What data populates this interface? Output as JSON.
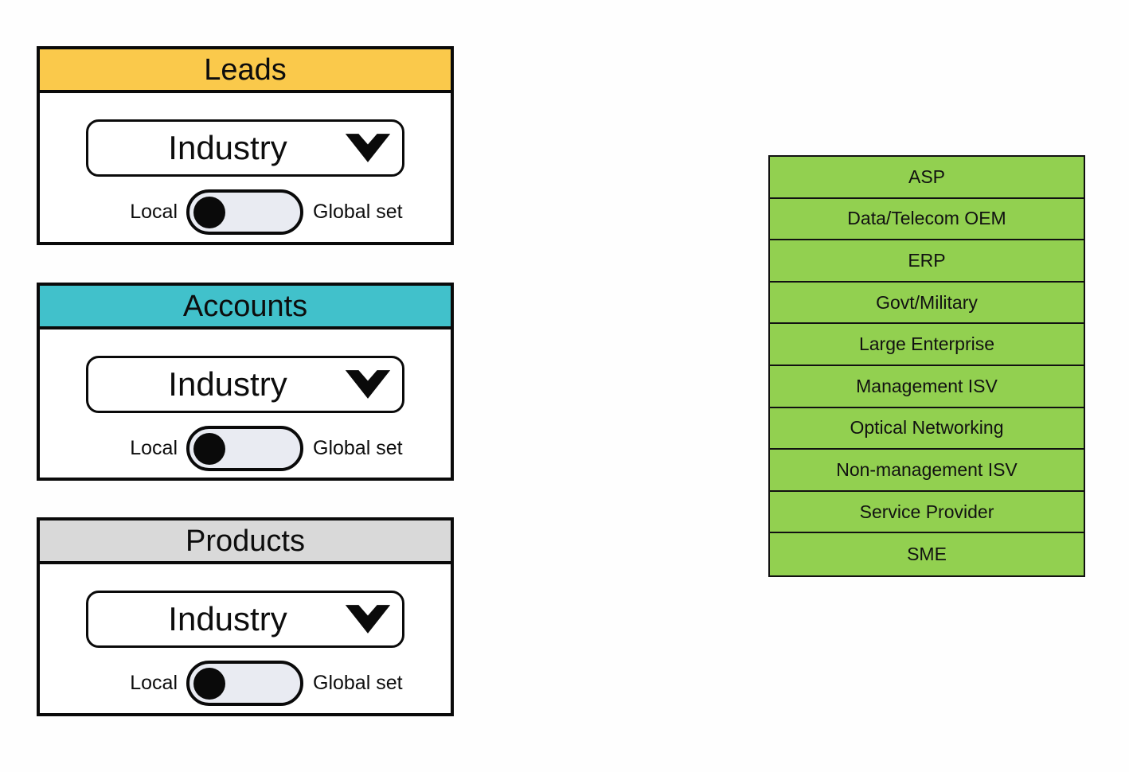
{
  "panels": [
    {
      "title": "Leads",
      "header_color": "#FAC94B",
      "dropdown": {
        "label": "Industry"
      },
      "toggle": {
        "left_label": "Local",
        "right_label": "Global set",
        "state": "local"
      }
    },
    {
      "title": "Accounts",
      "header_color": "#41C1CB",
      "dropdown": {
        "label": "Industry"
      },
      "toggle": {
        "left_label": "Local",
        "right_label": "Global set",
        "state": "local"
      }
    },
    {
      "title": "Products",
      "header_color": "#D9D9D9",
      "dropdown": {
        "label": "Industry"
      },
      "toggle": {
        "left_label": "Local",
        "right_label": "Global set",
        "state": "local"
      }
    }
  ],
  "industry_list": {
    "fill_color": "#92D050",
    "items": [
      "ASP",
      "Data/Telecom OEM",
      "ERP",
      "Govt/Military",
      "Large Enterprise",
      "Management ISV",
      "Optical Networking",
      "Non-management ISV",
      "Service Provider",
      "SME"
    ]
  },
  "colors": {
    "panel_border": "#0a0a0a",
    "toggle_track": "#e9ebf2",
    "toggle_knob": "#0a0a0a"
  }
}
